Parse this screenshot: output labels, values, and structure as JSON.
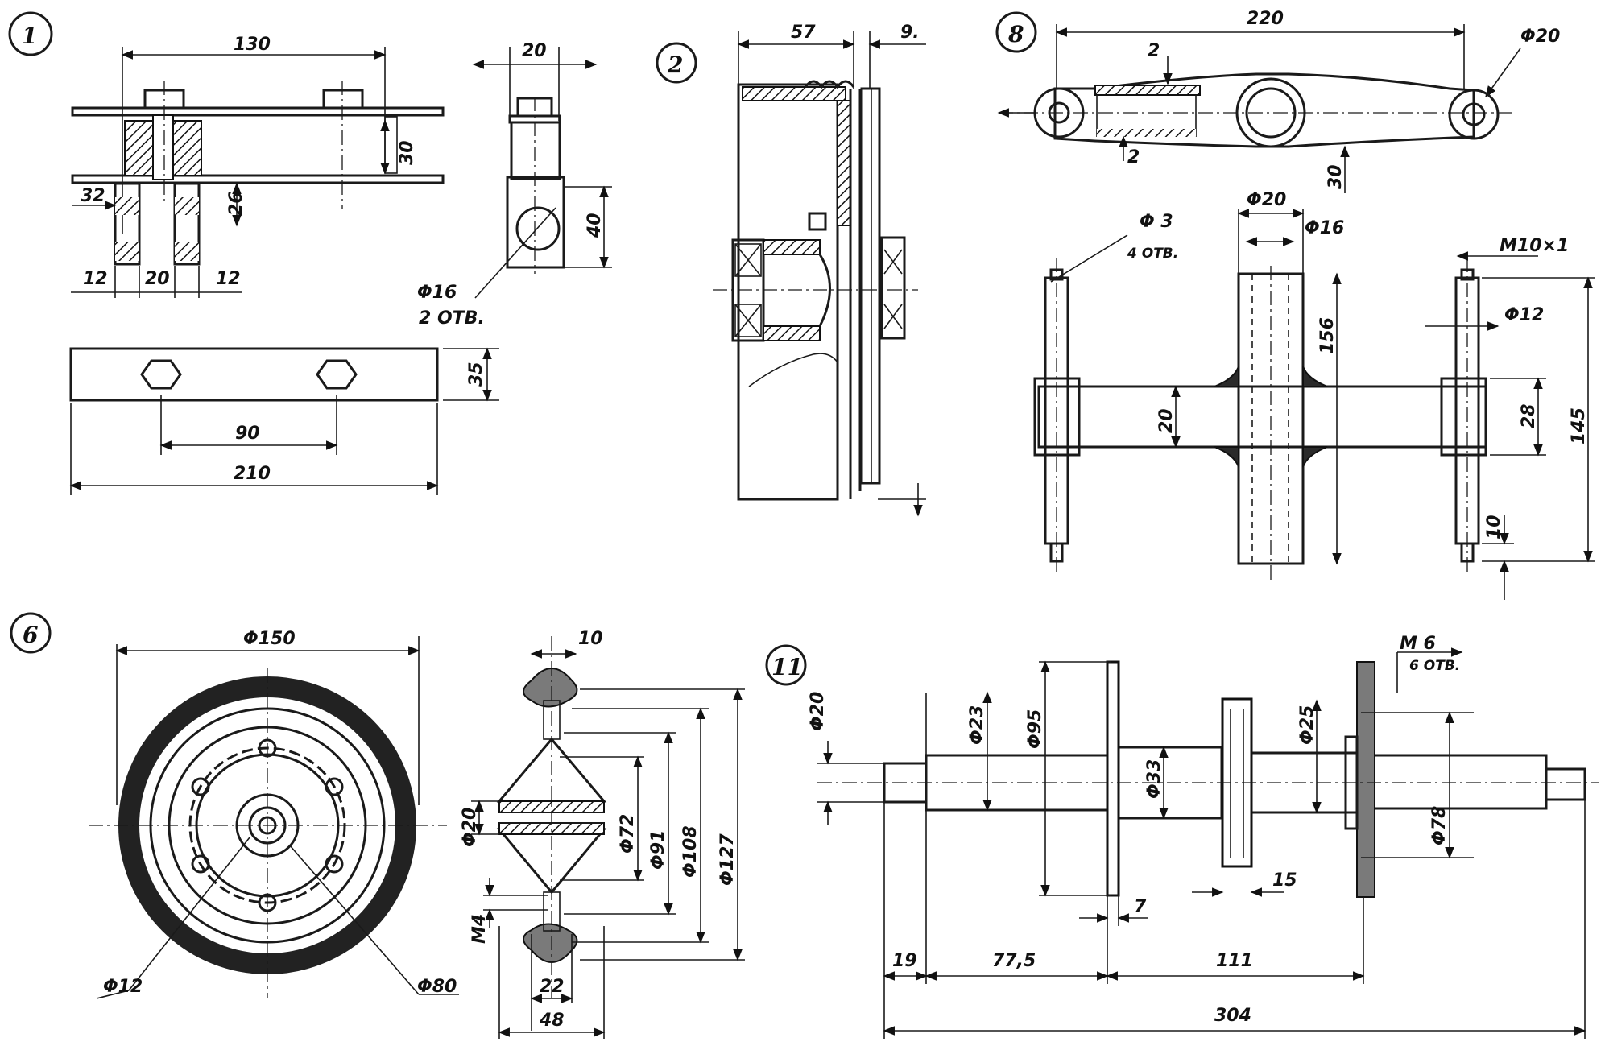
{
  "part_numbers": {
    "p1": "1",
    "p2": "2",
    "p6": "6",
    "p8": "8",
    "p11": "11"
  },
  "part1": {
    "d130": "130",
    "d30": "30",
    "d32": "32",
    "d26": "26",
    "d12a": "12",
    "d20": "20",
    "d12b": "12",
    "d20s": "20",
    "d40": "40",
    "phi16": "Φ16",
    "holes": "2 ОТВ.",
    "d35": "35",
    "d90": "90",
    "d210": "210"
  },
  "part2": {
    "d57": "57",
    "d9": "9."
  },
  "part8": {
    "d220": "220",
    "d2a": "2",
    "d2b": "2",
    "phi20top": "Φ20",
    "d30": "30",
    "phi3": "Φ 3",
    "holes4": "4 ОТВ.",
    "phi20": "Φ20",
    "phi16": "Φ16",
    "m10": "M10×1",
    "phi12": "Φ12",
    "d156": "156",
    "d20": "20",
    "d28": "28",
    "d145": "145",
    "d10": "10"
  },
  "part6": {
    "phi150": "Φ150",
    "phi12": "Φ12",
    "phi80": "Φ80",
    "d10": "10",
    "phi20": "Φ20",
    "phi72": "Φ72",
    "phi91": "Φ91",
    "phi108": "Φ108",
    "phi127": "Φ127",
    "m4": "M4",
    "d22": "22",
    "d48": "48"
  },
  "part11": {
    "m6": "M 6",
    "holes6": "6 ОТВ.",
    "phi20": "Φ20",
    "phi23": "Φ23",
    "phi95": "Φ95",
    "phi33": "Φ33",
    "phi25": "Φ25",
    "phi78": "Φ78",
    "d7": "7",
    "d15": "15",
    "d19": "19",
    "d775": "77,5",
    "d111": "111",
    "d304": "304"
  }
}
